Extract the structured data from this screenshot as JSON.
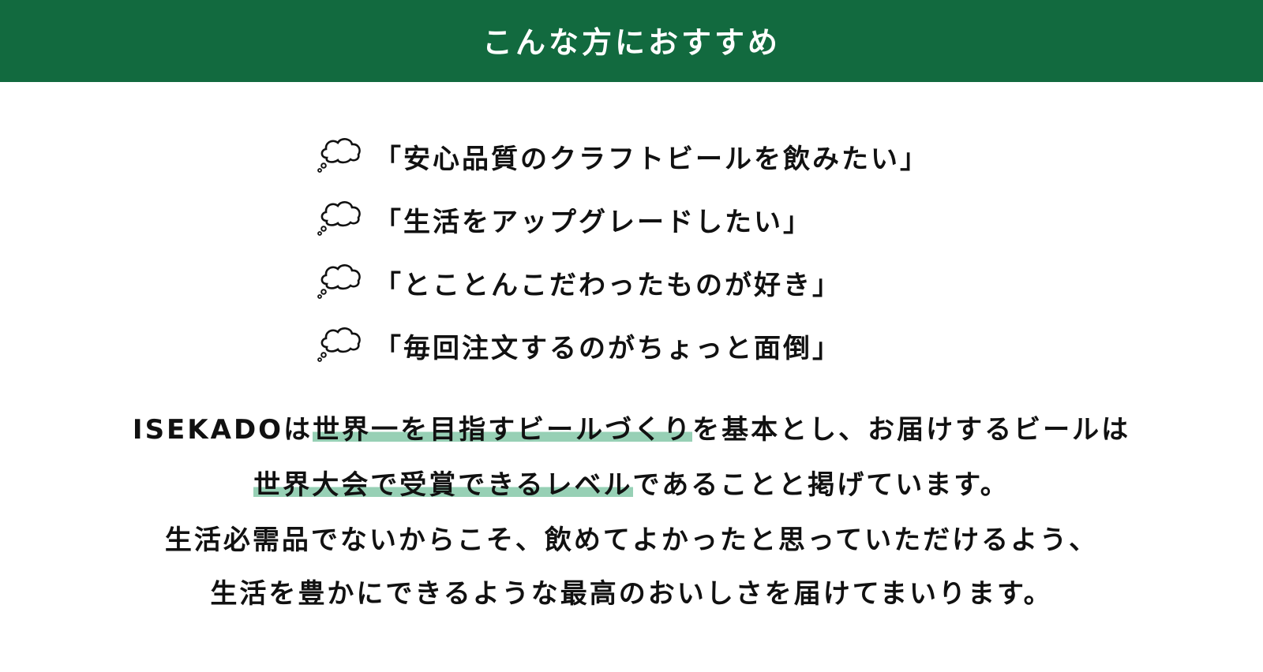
{
  "header": {
    "title": "こんな方におすすめ",
    "background_color": "#126a3f"
  },
  "wishes": {
    "icon": "thought-bubble-icon",
    "items": [
      {
        "text": "「安心品質のクラフトビールを飲みたい」"
      },
      {
        "text": "「生活をアップグレードしたい」"
      },
      {
        "text": "「とことんこだわったものが好き」"
      },
      {
        "text": "「毎回注文するのがちょっと面倒」"
      }
    ]
  },
  "paragraph": {
    "highlight_color": "#97d0b5",
    "lines": [
      {
        "segments": [
          {
            "text": "ISEKADOは",
            "highlight": false
          },
          {
            "text": "世界一を目指すビールづくり",
            "highlight": true
          },
          {
            "text": "を基本とし、お届けするビールは",
            "highlight": false
          }
        ]
      },
      {
        "segments": [
          {
            "text": "世界大会で受賞できるレベル",
            "highlight": true
          },
          {
            "text": "であることと掲げています。",
            "highlight": false
          }
        ]
      },
      {
        "segments": [
          {
            "text": "生活必需品でないからこそ、飲めてよかったと思っていただけるよう、",
            "highlight": false
          }
        ]
      },
      {
        "segments": [
          {
            "text": "生活を豊かにできるような最高のおいしさを届けてまいります。",
            "highlight": false
          }
        ]
      }
    ]
  }
}
